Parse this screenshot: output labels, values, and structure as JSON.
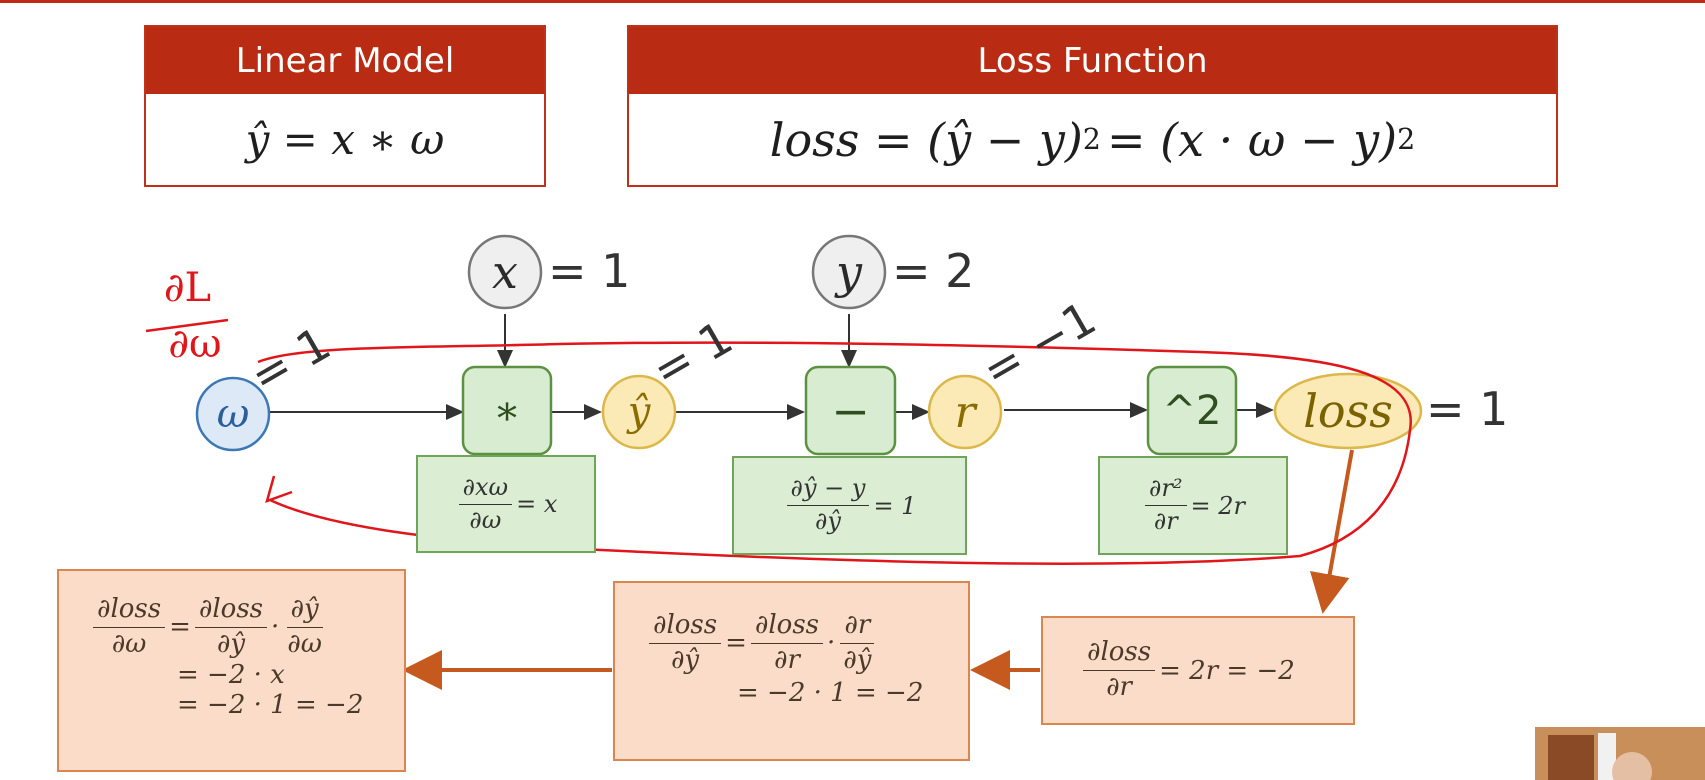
{
  "header_left": {
    "title": "Linear Model",
    "formula": "ŷ = x ∗ ω"
  },
  "header_right": {
    "title": "Loss Function",
    "formula_main": "loss = (ŷ − y)",
    "formula_mid": "= (x · ω − y)",
    "exp": "2"
  },
  "graph": {
    "inputs": [
      {
        "symbol": "x",
        "value": "= 1"
      },
      {
        "symbol": "y",
        "value": "= 2"
      }
    ],
    "omega": {
      "symbol": "ω",
      "grad_label": "= 1"
    },
    "ops": [
      "∗",
      "−",
      "^2"
    ],
    "yhat": {
      "symbol": "ŷ",
      "grad_label": "= 1"
    },
    "r": {
      "symbol": "r",
      "grad_label": "= −1"
    },
    "loss": {
      "symbol": "loss",
      "value": "= 1"
    },
    "handwriting": {
      "num": "∂L",
      "den": "∂ω"
    }
  },
  "local_grads": [
    {
      "num": "∂xω",
      "den": "∂ω",
      "rhs": "= x"
    },
    {
      "num": "∂ŷ − y",
      "den": "∂ŷ",
      "rhs": "= 1"
    },
    {
      "num": "∂r²",
      "den": "∂r",
      "rhs": "= 2r"
    }
  ],
  "chain": {
    "box3": {
      "num": "∂loss",
      "den": "∂r",
      "rhs": "= 2r = −2"
    },
    "box2": {
      "num1": "∂loss",
      "den1": "∂ŷ",
      "num2": "∂loss",
      "den2": "∂r",
      "num3": "∂r",
      "den3": "∂ŷ",
      "line2": "= −2 · 1 = −2"
    },
    "box1": {
      "num1": "∂loss",
      "den1": "∂ω",
      "num2": "∂loss",
      "den2": "∂ŷ",
      "num3": "∂ŷ",
      "den3": "∂ω",
      "line2": "= −2 · x",
      "line3": "= −2 · 1 = −2"
    }
  },
  "colors": {
    "header": "#b92c13",
    "green_fill": "#dbeed3",
    "orange_fill": "#fbdcc8",
    "red_ink": "#e0161b",
    "arrow_orange": "#c65a1e"
  }
}
